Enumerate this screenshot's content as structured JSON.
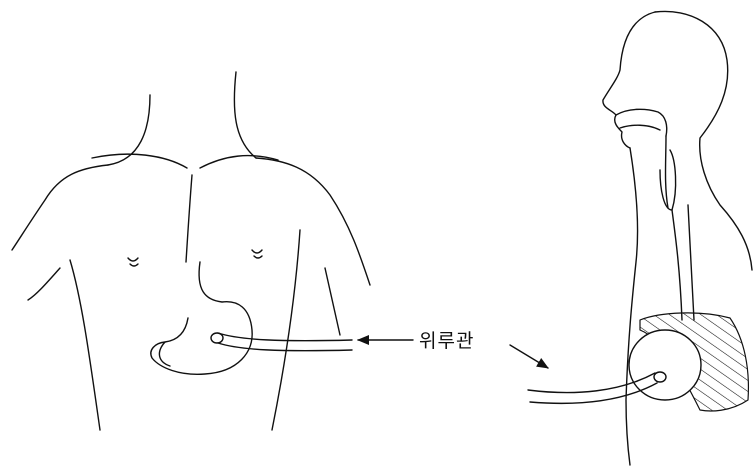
{
  "diagram": {
    "label_text": "위루관",
    "ink_color": "#111111",
    "background_color": "#ffffff",
    "panels": [
      "front-view-torso",
      "side-view-profile"
    ]
  }
}
